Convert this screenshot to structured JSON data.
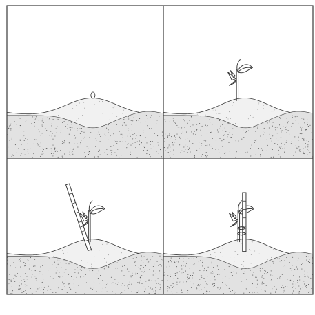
{
  "figure": {
    "layout": "2x2 grid",
    "colors": {
      "line": "#3a3a3a",
      "soil_light": "#f1f1f1",
      "soil_dark": "#e2e2e2",
      "speckle": "#5a5a5a",
      "background": "#ffffff"
    },
    "panels": [
      {
        "name": "panel-seed-in-soil",
        "shows": [
          "soil",
          "seed"
        ]
      },
      {
        "name": "panel-seedling-sprouted",
        "shows": [
          "soil",
          "seedling"
        ]
      },
      {
        "name": "panel-stake-inserted-leaning",
        "shows": [
          "soil",
          "seedling",
          "stake-leaning"
        ]
      },
      {
        "name": "panel-stake-upright-tied",
        "shows": [
          "soil",
          "seedling",
          "stake-upright",
          "ties"
        ]
      }
    ]
  }
}
